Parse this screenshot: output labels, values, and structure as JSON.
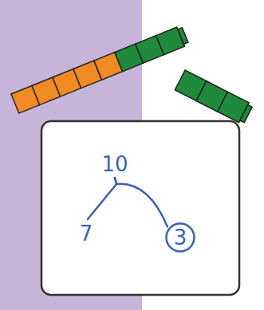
{
  "diagram": {
    "nodes": [
      {
        "text": [
          "10"
        ]
      },
      {
        "text": [
          "7"
        ]
      },
      {
        "text": [
          "3"
        ]
      }
    ],
    "edges": [
      {
        "from": 0,
        "to": 1,
        "arrow": "none"
      },
      {
        "from": 0,
        "to": 2,
        "arrow": "none"
      }
    ]
  }
}
